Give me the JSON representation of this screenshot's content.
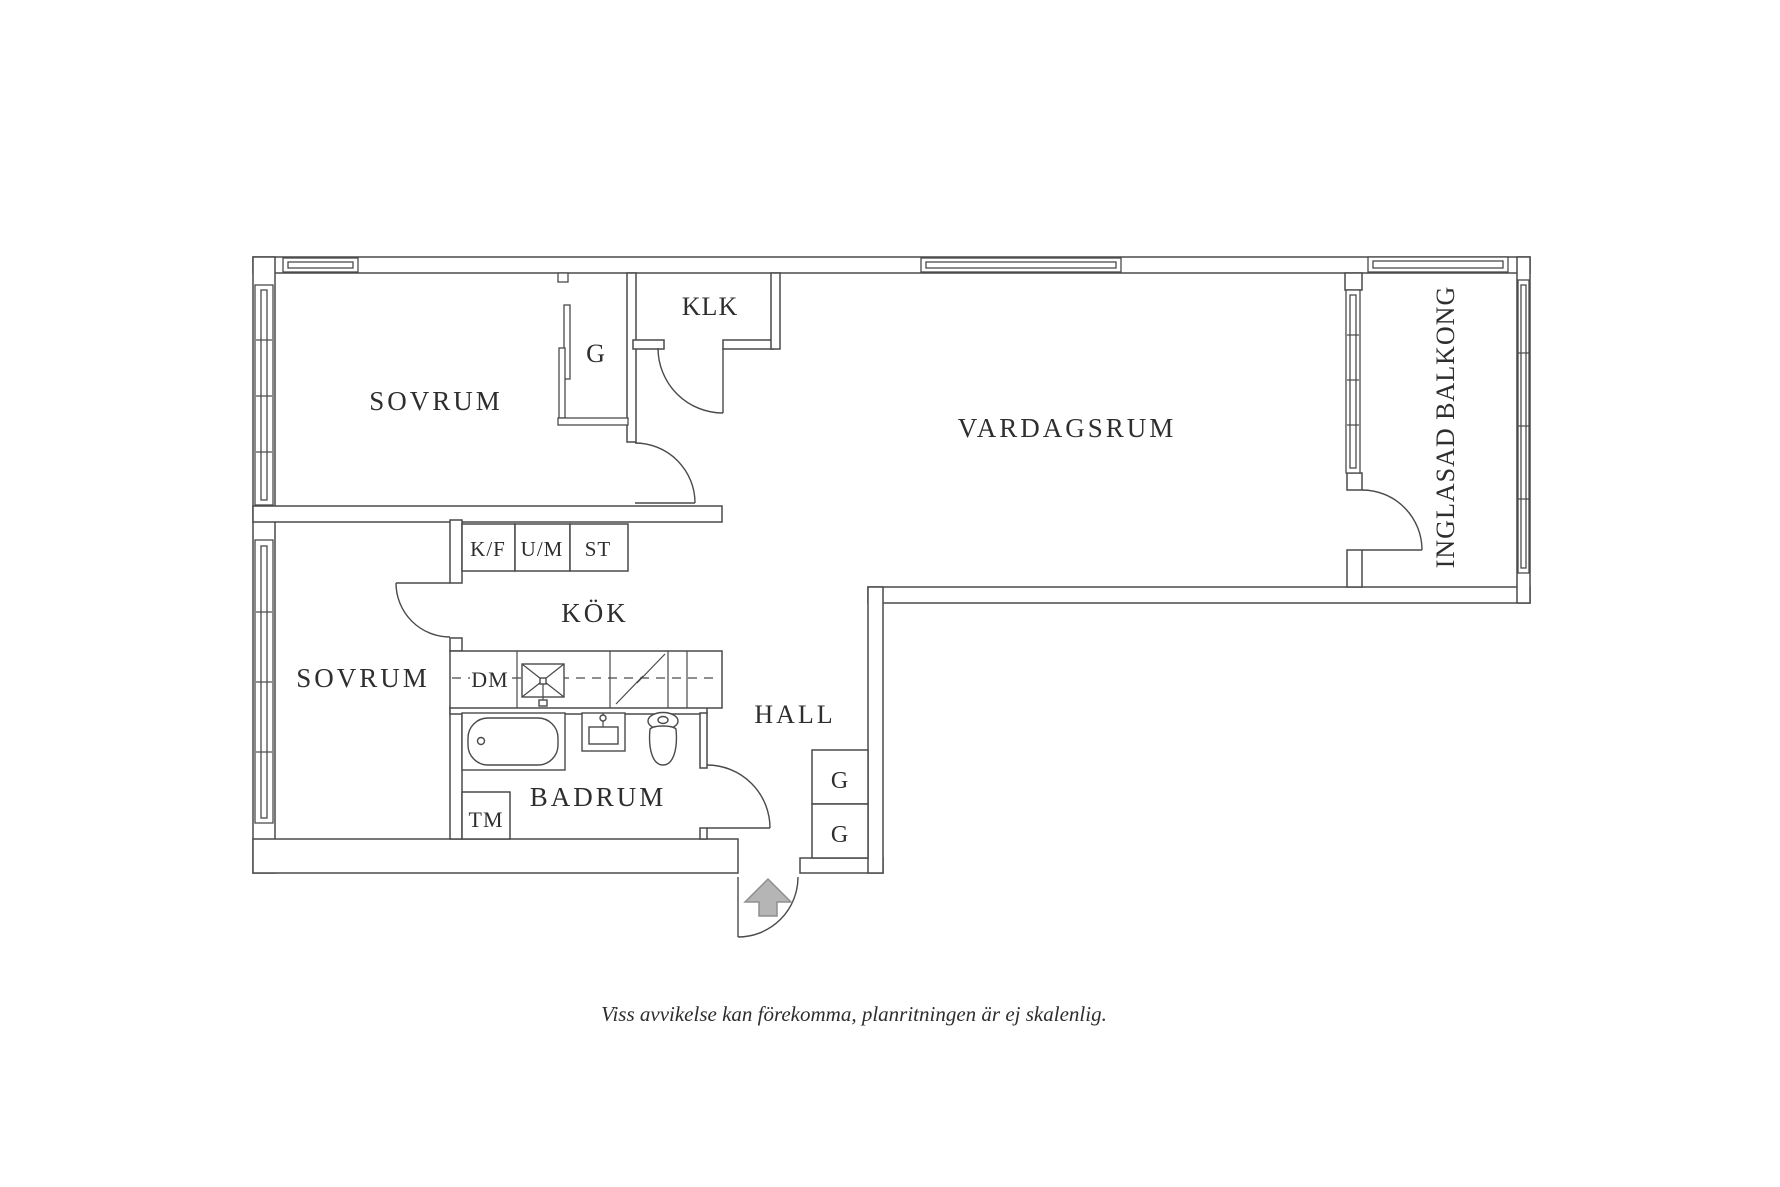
{
  "floorplan": {
    "labels": {
      "bedroom_top": "SOVRUM",
      "bedroom_bottom": "SOVRUM",
      "closet": "KLK",
      "wardrobe": "G",
      "living_room": "VARDAGSRUM",
      "balcony": "INGLASAD BALKONG",
      "kitchen": "KÖK",
      "hall": "HALL",
      "bathroom": "BADRUM",
      "fridge_freezer": "K/F",
      "oven_microwave": "U/M",
      "pantry": "ST",
      "dishwasher": "DM",
      "washing_machine": "TM",
      "hall_wardrobe_a": "G",
      "hall_wardrobe_b": "G"
    },
    "caption": "Viss avvikelse kan förekomma, planritningen är ej skalenlig.",
    "colors": {
      "background": "#ffffff",
      "wall_line": "#4a4a4a",
      "text": "#2e2e2e",
      "entry_arrow_fill": "#b5b5b5",
      "entry_arrow_stroke": "#8f8f8f"
    }
  }
}
